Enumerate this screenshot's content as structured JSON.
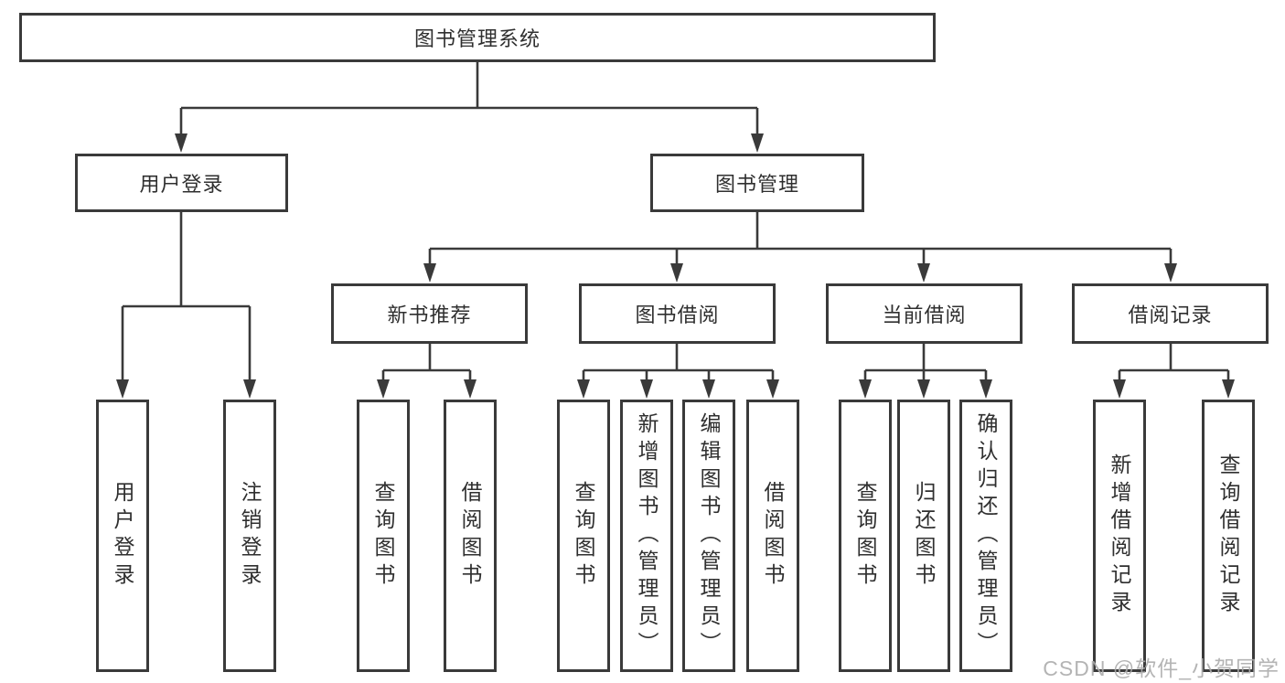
{
  "diagram": {
    "title": "图书管理系统",
    "watermark": "CSDN @软件_小贺同学",
    "colors": {
      "line": "#3a3a3a",
      "text": "#2f2f2f",
      "box_background": "#ffffff",
      "watermark": "#acacac"
    },
    "level2": [
      {
        "label": "用户登录"
      },
      {
        "label": "图书管理"
      }
    ],
    "level3": [
      {
        "label": "新书推荐"
      },
      {
        "label": "图书借阅"
      },
      {
        "label": "当前借阅"
      },
      {
        "label": "借阅记录"
      }
    ],
    "leaves": {
      "user_login": [
        "用户登录",
        "注销登录"
      ],
      "new_book_recommend": [
        "查询图书",
        "借阅图书"
      ],
      "book_borrow": [
        "查询图书",
        "新增图书（管理员）",
        "编辑图书（管理员）",
        "借阅图书"
      ],
      "current_borrow": [
        "查询图书",
        "归还图书",
        "确认归还（管理员）"
      ],
      "borrow_record": [
        "新增借阅记录",
        "查询借阅记录"
      ]
    }
  }
}
